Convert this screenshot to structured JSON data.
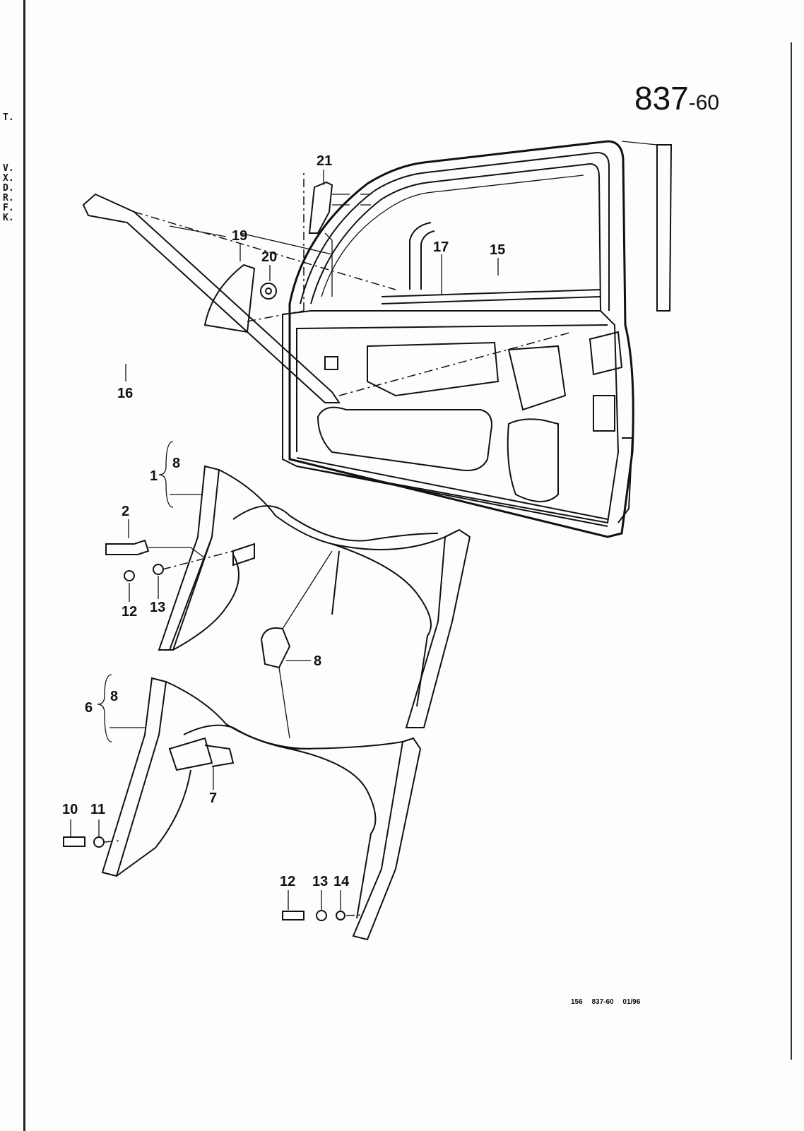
{
  "page_number": {
    "main": "837",
    "suffix": "-60"
  },
  "margin_codes": [
    "T.",
    "V.",
    "X.",
    "D.",
    "R.",
    "F.",
    "K."
  ],
  "footer": {
    "code1": "156",
    "code2": "837-60",
    "date": "01/96"
  },
  "callouts": {
    "c21": "21",
    "c19": "19",
    "c20": "20",
    "c17": "17",
    "c15": "15",
    "c16": "16",
    "c8a": "8",
    "c1": "1",
    "c2": "2",
    "c12a": "12",
    "c13a": "13",
    "c8b": "8",
    "c8c": "8",
    "c6": "6",
    "c7": "7",
    "c10": "10",
    "c11": "11",
    "c12b": "12",
    "c13b": "13",
    "c14": "14"
  }
}
